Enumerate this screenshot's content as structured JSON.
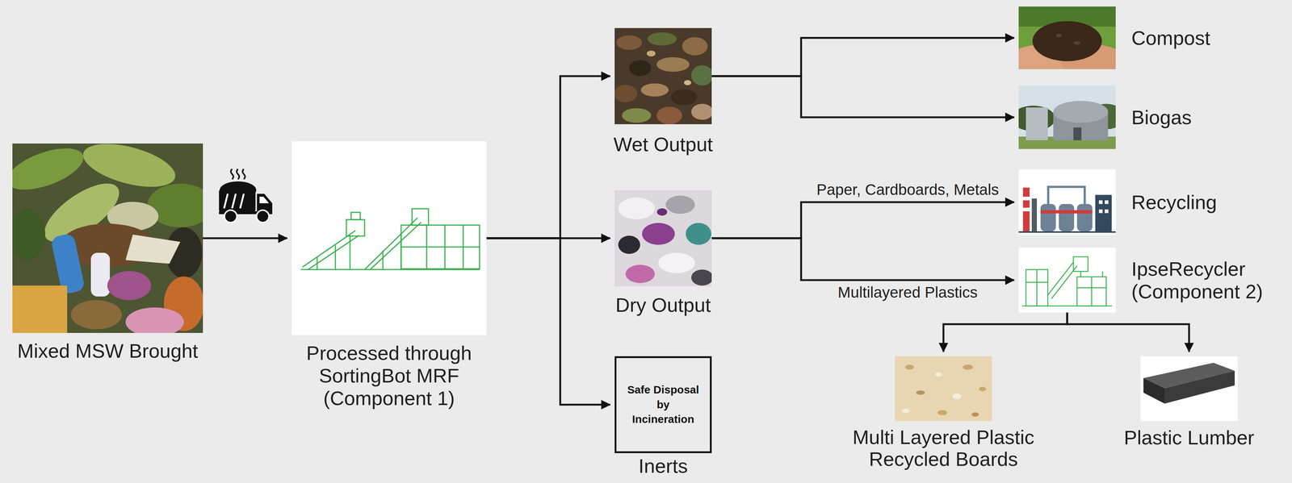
{
  "diagram": {
    "nodes": [
      {
        "text": [
          "Mixed MSW Brought"
        ]
      },
      {
        "text": [
          "Processed through SortingBot MRF (Component 1)"
        ]
      },
      {
        "text": [
          "Wet Output"
        ]
      },
      {
        "text": [
          "Dry Output"
        ]
      },
      {
        "text": [
          "Safe Disposal by Incineration",
          "Inerts"
        ]
      },
      {
        "text": [
          "Compost"
        ]
      },
      {
        "text": [
          "Biogas"
        ]
      },
      {
        "text": [
          "Recycling"
        ]
      },
      {
        "text": [
          "IpseRecycler (Component 2)"
        ]
      },
      {
        "text": [
          "Multi Layered Plastic Recycled Boards"
        ]
      },
      {
        "text": [
          "Plastic Lumber"
        ]
      }
    ],
    "edges": [
      {
        "from": 0,
        "to": 1,
        "arrow": "to"
      },
      {
        "from": 1,
        "to": 2,
        "arrow": "to"
      },
      {
        "from": 1,
        "to": 3,
        "arrow": "to"
      },
      {
        "from": 1,
        "to": 4,
        "arrow": "to"
      },
      {
        "from": 2,
        "to": 5,
        "arrow": "to"
      },
      {
        "from": 2,
        "to": 6,
        "arrow": "to"
      },
      {
        "from": 3,
        "to": 7,
        "arrow": "to",
        "label": "Paper, Cardboards, Metals"
      },
      {
        "from": 3,
        "to": 8,
        "arrow": "to",
        "label": "Multilayered Plastics"
      },
      {
        "from": 8,
        "to": 9,
        "arrow": "to"
      },
      {
        "from": 8,
        "to": 10,
        "arrow": "to"
      }
    ]
  }
}
